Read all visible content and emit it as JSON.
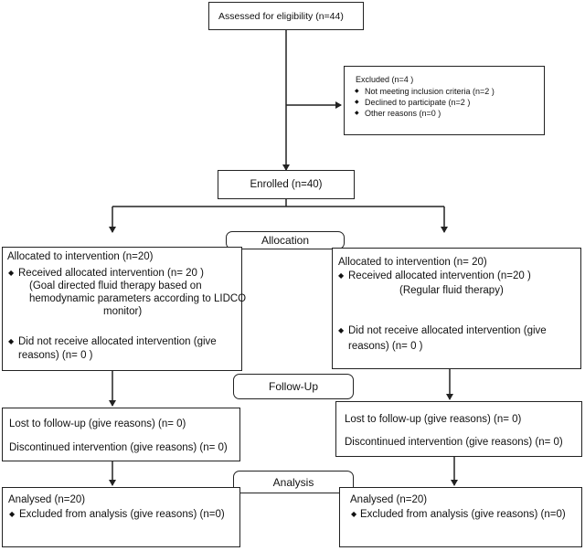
{
  "assessed": "Assessed for eligibility (n=44)",
  "excluded": {
    "title": "Excluded (n=4   )",
    "items": [
      "Not meeting inclusion criteria (n=2  )",
      "Declined to participate (n=2  )",
      "Other reasons (n=0   )"
    ]
  },
  "enrolled": "Enrolled (n=40)",
  "stages": {
    "allocation": "Allocation",
    "followup": "Follow-Up",
    "analysis": "Analysis"
  },
  "left": {
    "alloc_title": "Allocated to intervention (n=20)",
    "received": "Received allocated intervention (n= 20 )",
    "received_detail_1": "(Goal directed fluid therapy based on",
    "received_detail_2": "hemodynamic parameters according to LIDCO",
    "received_detail_3": "monitor)",
    "not_received_1": "Did not receive allocated intervention (give",
    "not_received_2": "reasons) (n= 0 )",
    "lost": "Lost to follow-up (give reasons) (n= 0)",
    "discontinued": "Discontinued intervention (give reasons) (n= 0)",
    "analysed": "Analysed (n=20)",
    "excluded_analysis": "Excluded from analysis (give reasons) (n=0)"
  },
  "right": {
    "alloc_title": "Allocated to intervention (n= 20)",
    "received": "Received allocated intervention (n=20  )",
    "received_detail_1": "(Regular fluid therapy)",
    "not_received_1": "Did not receive allocated intervention (give",
    "not_received_2": "reasons) (n= 0 )",
    "lost": "Lost to follow-up (give reasons) (n= 0)",
    "discontinued": "Discontinued intervention (give reasons) (n= 0)",
    "analysed": "Analysed (n=20)",
    "excluded_analysis": "Excluded from analysis (give reasons) (n=0)"
  },
  "bullet_icon": "diamond-bullet-icon"
}
